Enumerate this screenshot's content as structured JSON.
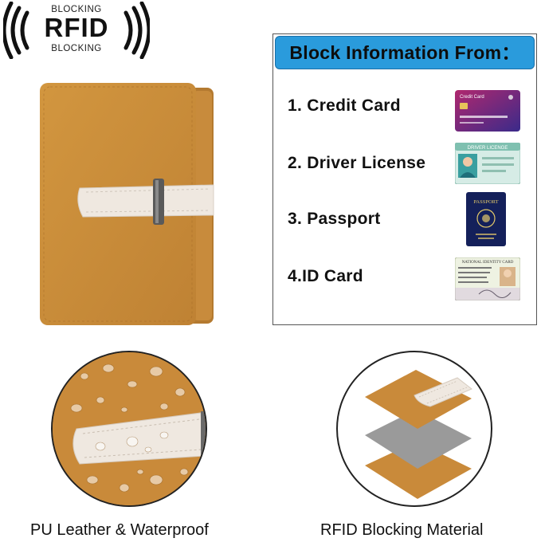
{
  "badge": {
    "top_text": "BLOCKING",
    "main_text": "RFID",
    "bottom_text": "BLOCKING"
  },
  "info": {
    "title": "Block Information From：",
    "items": [
      {
        "label": "1. Credit Card",
        "icon": "credit-card-icon"
      },
      {
        "label": "2. Driver License",
        "icon": "driver-license-icon"
      },
      {
        "label": "3. Passport",
        "icon": "passport-icon"
      },
      {
        "label": "4.ID Card",
        "icon": "id-card-icon"
      }
    ],
    "card_texts": {
      "credit_card_title": "Credit Card",
      "driver_license_title": "DRIVER LICENGE",
      "passport_title": "PASSPORT",
      "id_card_title": "NATIONAL IDENTITY CARD"
    }
  },
  "captions": {
    "left": "PU Leather & Waterproof",
    "right": "RFID Blocking Material"
  },
  "colors": {
    "leather": "#c98a3a",
    "strap": "#efe8e0",
    "header_blue": "#2a9bdc",
    "grey_layer": "#9a9a9a"
  }
}
